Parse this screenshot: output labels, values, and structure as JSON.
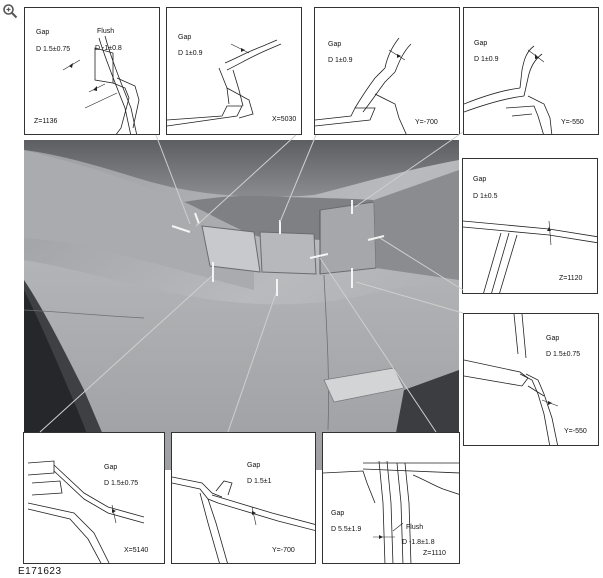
{
  "figure": {
    "id": "E171623"
  },
  "panels": {
    "p1": {
      "gap_label": "Gap",
      "gap_value": "D 1.5±0.75",
      "flush_label": "Flush",
      "flush_value": "D -1±0.8",
      "coord": "Z=1136"
    },
    "p2": {
      "gap_label": "Gap",
      "gap_value": "D 1±0.9",
      "coord": "X=5030"
    },
    "p3": {
      "gap_label": "Gap",
      "gap_value": "D 1±0.9",
      "coord": "Y=-700"
    },
    "p4": {
      "gap_label": "Gap",
      "gap_value": "D 1±0.9",
      "coord": "Y=-550"
    },
    "p5": {
      "gap_label": "Gap",
      "gap_value": "D 1±0.5",
      "coord": "Z=1120"
    },
    "p6": {
      "gap_label": "Gap",
      "gap_value": "D 1.5±0.75",
      "coord": "Y=-550"
    },
    "p7": {
      "gap_label": "Gap",
      "gap_value": "D 1.5±0.75",
      "coord": "X=5140"
    },
    "p8": {
      "gap_label": "Gap",
      "gap_value": "D 1.5±1",
      "coord": "Y=-700"
    },
    "p9": {
      "gap_label": "Gap",
      "gap_value": "D 5.5±1.9",
      "flush_label": "Flush",
      "flush_value": "D -1.8±1.8",
      "coord": "Z=1110"
    }
  },
  "colors": {
    "photo_dark": "#4a4c50",
    "photo_mid": "#8c8e92",
    "photo_light": "#c4c6c9",
    "line": "#222222"
  },
  "icons": {
    "zoom": "magnifier-plus-icon"
  }
}
